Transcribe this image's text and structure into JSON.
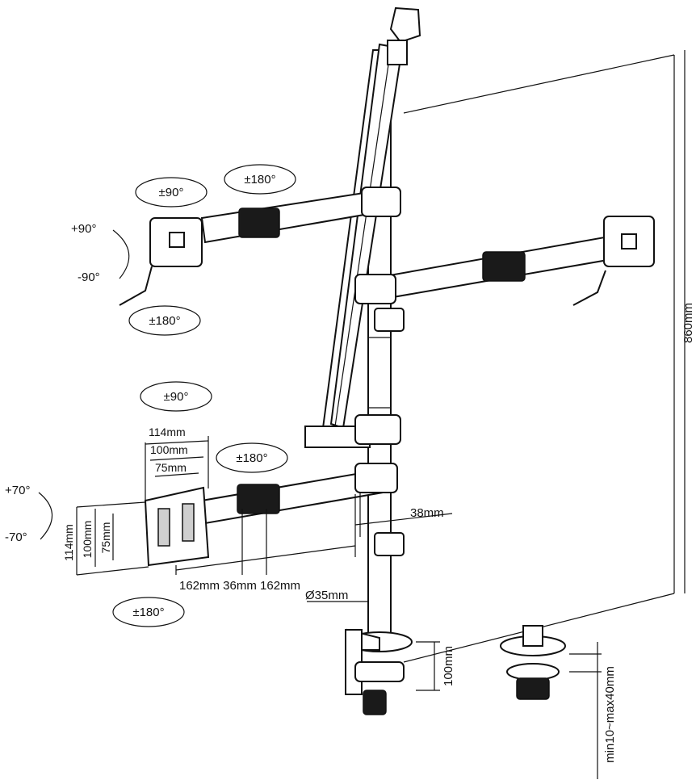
{
  "labels": {
    "rot_top_swivel": "±90°",
    "rot_top_arm": "±180°",
    "tilt_top_plus": "+90°",
    "tilt_top_minus": "-90°",
    "rot_top_bottom": "±180°",
    "rot_low_swivel": "±90°",
    "rot_low_arm": "±180°",
    "tilt_low_plus": "+70°",
    "tilt_low_minus": "-70°",
    "rot_low_bottom": "±180°",
    "vesa_114_w": "114mm",
    "vesa_100_w": "100mm",
    "vesa_75_w": "75mm",
    "vesa_114_h": "114mm",
    "vesa_100_h": "100mm",
    "vesa_75_h": "75mm",
    "arm_dims": "162mm 36mm 162mm",
    "offset_38": "38mm",
    "pole_dia": "Ø35mm",
    "clamp_height": "100mm",
    "desk_range": "min10~max40mm",
    "pole_height": "860mm"
  }
}
